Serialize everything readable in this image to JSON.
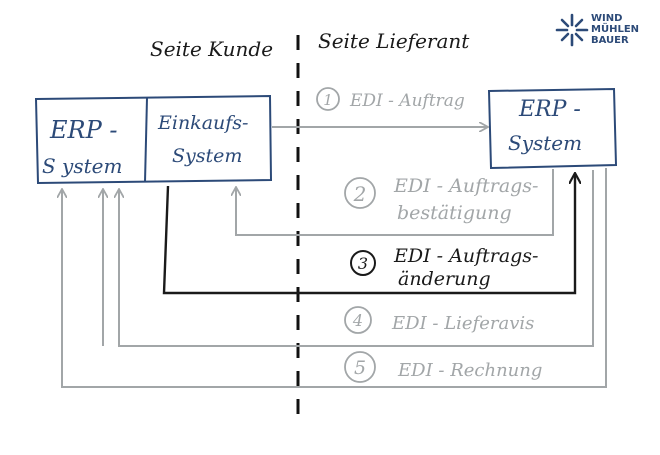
{
  "logo": {
    "line1": "WIND",
    "line2": "MÜHLEN",
    "line3": "BAUER",
    "color": "#2c4a78"
  },
  "header": {
    "customer_side": "Seite Kunde",
    "supplier_side": "Seite Lieferant"
  },
  "customer": {
    "erp_line1": "ERP -",
    "erp_line2": "S ystem",
    "purchasing_line1": "Einkaufs-",
    "purchasing_line2": "System"
  },
  "supplier": {
    "erp_line1": "ERP -",
    "erp_line2": "System"
  },
  "messages": [
    {
      "number": "1",
      "line1": "EDI - Auftrag",
      "line2": ""
    },
    {
      "number": "2",
      "line1": "EDI - Auftrags-",
      "line2": "bestätigung"
    },
    {
      "number": "3",
      "line1": "EDI - Auftrags-",
      "line2": "änderung"
    },
    {
      "number": "4",
      "line1": "EDI - Lieferavis",
      "line2": ""
    },
    {
      "number": "5",
      "line1": "EDI - Rechnung",
      "line2": ""
    }
  ],
  "colors": {
    "box": "#2c4a78",
    "arrow_grey": "#a2a6a8",
    "arrow_black": "#1a1a1a",
    "divider": "#111111"
  }
}
